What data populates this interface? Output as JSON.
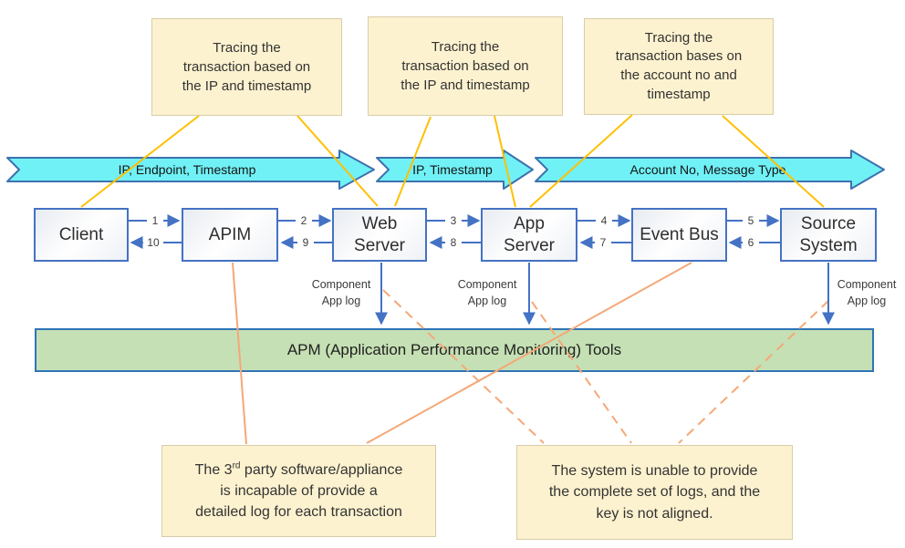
{
  "colors": {
    "gold": "#FFC000",
    "orange": "#F4A878",
    "blue": "#4472C4",
    "box_border": "#4472C4",
    "cyan_fill": "#70F1F6",
    "cyan_border": "#3F72AD",
    "callout_fill": "#FDF2CF",
    "callout_border": "#D8CCA8",
    "apm_fill": "#C5E0B4",
    "apm_border": "#2E75B6",
    "text": "#303030"
  },
  "callouts_top": [
    {
      "lines": [
        "Tracing the",
        "transaction based on",
        "the IP and timestamp"
      ]
    },
    {
      "lines": [
        "Tracing the",
        "transaction based on",
        "the IP and timestamp"
      ]
    },
    {
      "lines": [
        "Tracing the",
        "transaction bases on",
        "the account no and",
        "timestamp"
      ]
    }
  ],
  "streams": [
    {
      "label": "IP, Endpoint, Timestamp"
    },
    {
      "label": "IP, Timestamp"
    },
    {
      "label": "Account No, Message Type"
    }
  ],
  "components": [
    {
      "label": "Client"
    },
    {
      "label": "APIM"
    },
    {
      "label": "Web\nServer"
    },
    {
      "label": "App\nServer"
    },
    {
      "label": "Event Bus"
    },
    {
      "label": "Source\nSystem"
    }
  ],
  "flows": {
    "forward": [
      "1",
      "2",
      "3",
      "4",
      "5"
    ],
    "back": [
      "10",
      "9",
      "8",
      "7",
      "6"
    ]
  },
  "component_log_label": "Component\nApp log",
  "apm": {
    "label": "APM (Application Performance Monitoring) Tools"
  },
  "note_left": {
    "line1_pre": "The 3",
    "line1_sup": "rd",
    "line1_post": " party software/appliance",
    "line2": "is incapable of provide a",
    "line3": "detailed log for each transaction"
  },
  "note_right": {
    "lines": [
      "The system is unable to provide",
      "the complete set of logs, and the",
      "key is not aligned."
    ]
  }
}
